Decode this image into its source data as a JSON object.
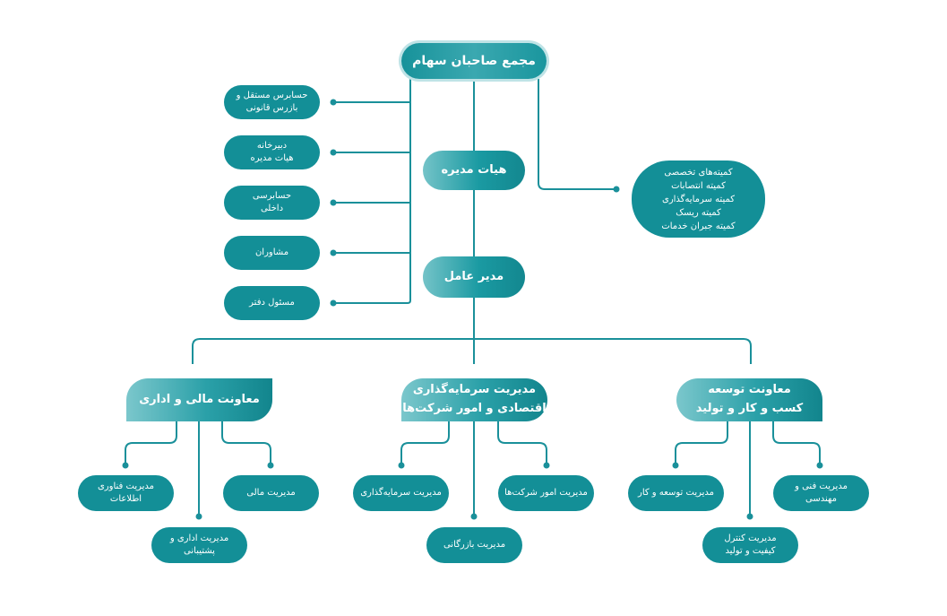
{
  "colors": {
    "primary": "#138f97",
    "light": "#74c3c8",
    "halo": "#bfe3e6"
  },
  "root": {
    "label": "مجمع صاحبان سهام"
  },
  "board": {
    "label": "هیات مدیره"
  },
  "ceo": {
    "label": "مدیر عامل"
  },
  "committees": {
    "label": "کمیته‌های تخصصی\nکمیته انتصابات\nکمیته سرمایه‌گذاری\nکمیته ریسک\nکمیته جبران خدمات"
  },
  "left_units": [
    {
      "label": "حسابرس مستقل و\nبازرس قانونی"
    },
    {
      "label": "دبیرخانه\nهیات مدیره"
    },
    {
      "label": "حسابرسی\nداخلی"
    },
    {
      "label": "مشاوران"
    },
    {
      "label": "مسئول دفتر"
    }
  ],
  "departments": {
    "finance": {
      "label": "معاونت مالی و اداری",
      "units": [
        {
          "label": "مدیریت فناوری\nاطلاعات"
        },
        {
          "label": "مدیریت مالی"
        },
        {
          "label": "مدیریت اداری و\nپشتیبانی"
        }
      ]
    },
    "investment": {
      "label": "مدیریت سرمایه‌گذاری\nاقتصادی و امور شرکت‌ها",
      "units": [
        {
          "label": "مدیریت سرمایه‌گذاری"
        },
        {
          "label": "مدیریت امور شرکت‌ها"
        },
        {
          "label": "مدیریت بازرگانی"
        }
      ]
    },
    "development": {
      "label": "معاونت توسعه\nکسب و کار و تولید",
      "units": [
        {
          "label": "مدیریت توسعه و کار"
        },
        {
          "label": "مدیریت فنی و\nمهندسی"
        },
        {
          "label": "مدیریت کنترل\nکیفیت و تولید"
        }
      ]
    }
  }
}
